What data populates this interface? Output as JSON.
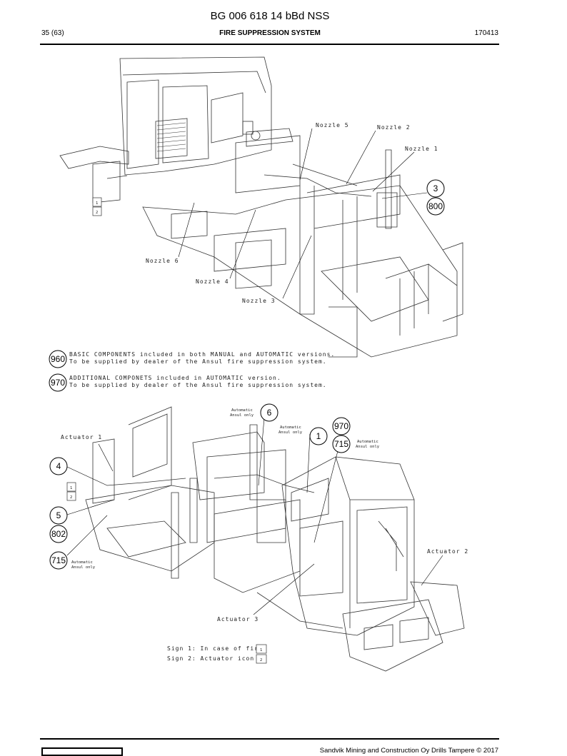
{
  "header": {
    "doc_title": "BG 006 618 14 bBd NSS",
    "page": "35 (63)",
    "section": "FIRE SUPPRESSION SYSTEM",
    "date_code": "170413"
  },
  "top_figure": {
    "labels": {
      "nozzle5": "Nozzle 5",
      "nozzle2": "Nozzle 2",
      "nozzle1": "Nozzle 1",
      "nozzle6": "Nozzle 6",
      "nozzle4": "Nozzle 4",
      "nozzle3": "Nozzle 3"
    },
    "sign_box": [
      "1",
      "2"
    ],
    "callouts": {
      "c3": "3",
      "c800": "800"
    }
  },
  "legend": {
    "c960": "960",
    "c970": "970",
    "basic_line1": "BASIC COMPONENTS included in both MANUAL and AUTOMATIC versions.",
    "basic_line2": "To be supplied by dealer of the Ansul fire suppression system.",
    "additional_line1": "ADDITIONAL COMPONETS included in AUTOMATIC version.",
    "additional_line2": "To be supplied by dealer of the Ansul fire suppression system."
  },
  "bottom_figure": {
    "callouts": {
      "c6": "6",
      "c970": "970",
      "c1": "1",
      "c715a": "715",
      "c4": "4",
      "c5": "5",
      "c802": "802",
      "c715b": "715"
    },
    "labels": {
      "auto_line1": "Automatic",
      "auto_line2": "Ansul only",
      "actuator1": "Actuator 1",
      "actuator2": "Actuator 2",
      "actuator3": "Actuator 3"
    },
    "sign_box": [
      "1",
      "2"
    ],
    "sign_legend": {
      "sign1": "Sign 1: In case of fire",
      "sign2": "Sign 2: Actuator icon",
      "n1": "1",
      "n2": "2"
    }
  },
  "footer": {
    "copyright": "Sandvik Mining and Construction Oy Drills Tampere © 2017"
  }
}
